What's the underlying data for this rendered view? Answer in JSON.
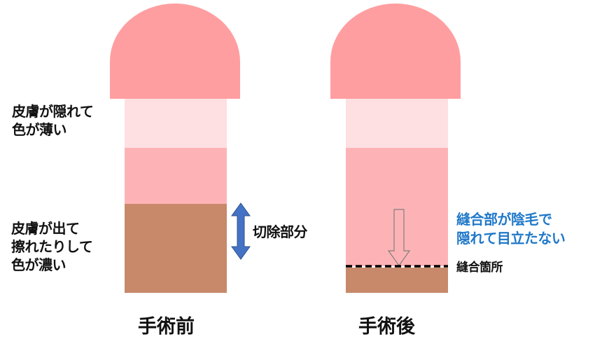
{
  "colors": {
    "glans": "#ff9ea0",
    "skin_light": "#fee0e2",
    "skin_pink": "#fdb3b6",
    "skin_dark": "#c7896a",
    "arrow_blue": "#4472c4",
    "text_blue": "#1f78c8"
  },
  "before": {
    "title": "手術前",
    "upper_label": [
      "皮膚が隠れて",
      "色が薄い"
    ],
    "lower_label": [
      "皮膚が出て",
      "擦れたりして",
      "色が濃い"
    ],
    "excision_label": "切除部分"
  },
  "after": {
    "title": "手術後",
    "note": [
      "縫合部が陰毛で",
      "隠れて目立たない"
    ],
    "suture_label": "縫合箇所"
  }
}
